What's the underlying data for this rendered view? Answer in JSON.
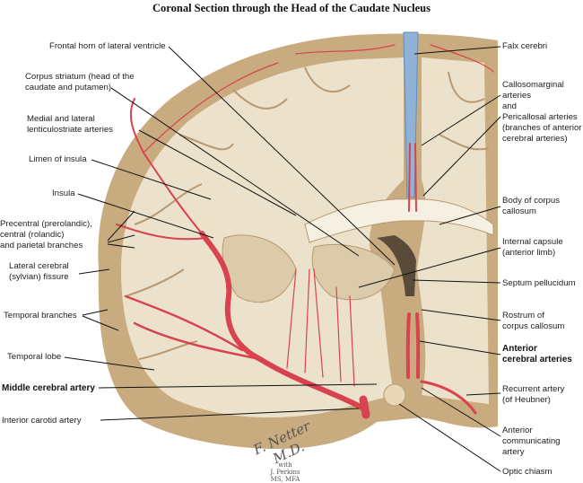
{
  "title": "Coronal Section through the Head of the Caudate Nucleus",
  "labels_left": {
    "frontal_horn": "Frontal horn of lateral ventricle",
    "corpus_striatum_1": "Corpus striatum (head of the",
    "corpus_striatum_2": "caudate and putamen)",
    "lenticulostriate_1": "Medial and lateral",
    "lenticulostriate_2": "lenticulostriate arteries",
    "limen": "Limen of insula",
    "insula": "Insula",
    "precentral_1": "Precentral (prerolandic),",
    "precentral_2": "central (rolandic)",
    "precentral_3": "and parietal branches",
    "sylvian_1": "Lateral cerebral",
    "sylvian_2": "(sylvian) fissure",
    "temporal_branches": "Temporal branches",
    "temporal_lobe": "Temporal lobe",
    "middle_cerebral": "Middle cerebral artery",
    "carotid": "Interior carotid artery"
  },
  "labels_right": {
    "falx": "Falx cerebri",
    "callosomarginal_1": "Callosomarginal",
    "callosomarginal_2": "arteries",
    "callosomarginal_3": "and",
    "callosomarginal_4": "Pericallosal arteries",
    "callosomarginal_5": "(branches of anterior",
    "callosomarginal_6": "cerebral arteries)",
    "body_cc_1": "Body of corpus",
    "body_cc_2": "callosum",
    "internal_capsule_1": "Internal capsule",
    "internal_capsule_2": "(anterior limb)",
    "septum": "Septum pellucidum",
    "rostrum_1": "Rostrum of",
    "rostrum_2": "corpus callosum",
    "anterior_cerebral_1": "Anterior",
    "anterior_cerebral_2": "cerebral arteries",
    "heubner_1": "Recurrent artery",
    "heubner_2": "(of Heubner)",
    "acomm_1": "Anterior",
    "acomm_2": "communicating",
    "acomm_3": "artery",
    "optic_chiasm": "Optic chiasm"
  },
  "signature": {
    "artist": "F. Netter M.D.",
    "with": "with",
    "coartist": "J. Perkins",
    "credentials": "MS, MFA"
  },
  "colors": {
    "tissue": "#e8dcc4",
    "cortex": "#c9ab80",
    "artery": "#d8434f",
    "falx": "#5b8fc0"
  }
}
